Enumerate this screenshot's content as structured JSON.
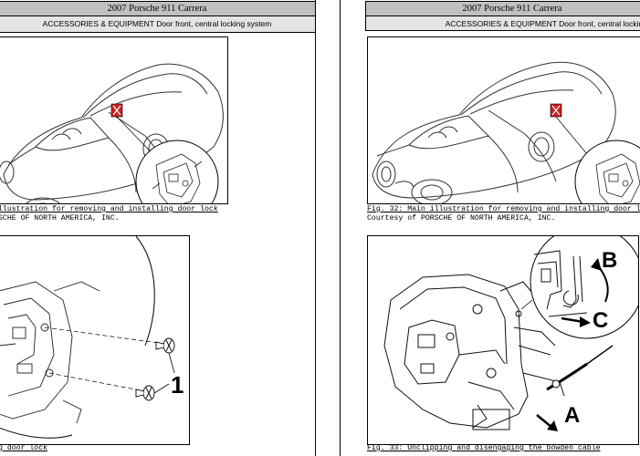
{
  "left_page": {
    "header": {
      "title": "2007 Porsche 911 Carrera",
      "subtitle": "ACCESSORIES & EQUIPMENT Door front, central locking system"
    },
    "figure_top": {
      "caption": "llustration for removing and installing door lock",
      "credit": "SCHE OF NORTH AMERICA, INC."
    },
    "figure_bottom": {
      "callout": "1",
      "caption": "g door lock"
    }
  },
  "right_page": {
    "header": {
      "title": "2007 Porsche 911 Carrera",
      "subtitle": "ACCESSORIES & EQUIPMENT Door front, central locking"
    },
    "figure_top": {
      "caption": "Fig. 32: Main illustration for removing and installing door loc",
      "credit": "Courtesy of PORSCHE OF NORTH AMERICA, INC."
    },
    "figure_bottom": {
      "callout_a": "A",
      "callout_b": "B",
      "callout_c": "C",
      "caption": "Fig. 33: Unclipping and disengaging the bowden cable"
    }
  },
  "colors": {
    "header_title_bg": "#c0c0c0",
    "header_subtitle_bg": "#e4e4e4",
    "badge_red": "#cc2222"
  }
}
